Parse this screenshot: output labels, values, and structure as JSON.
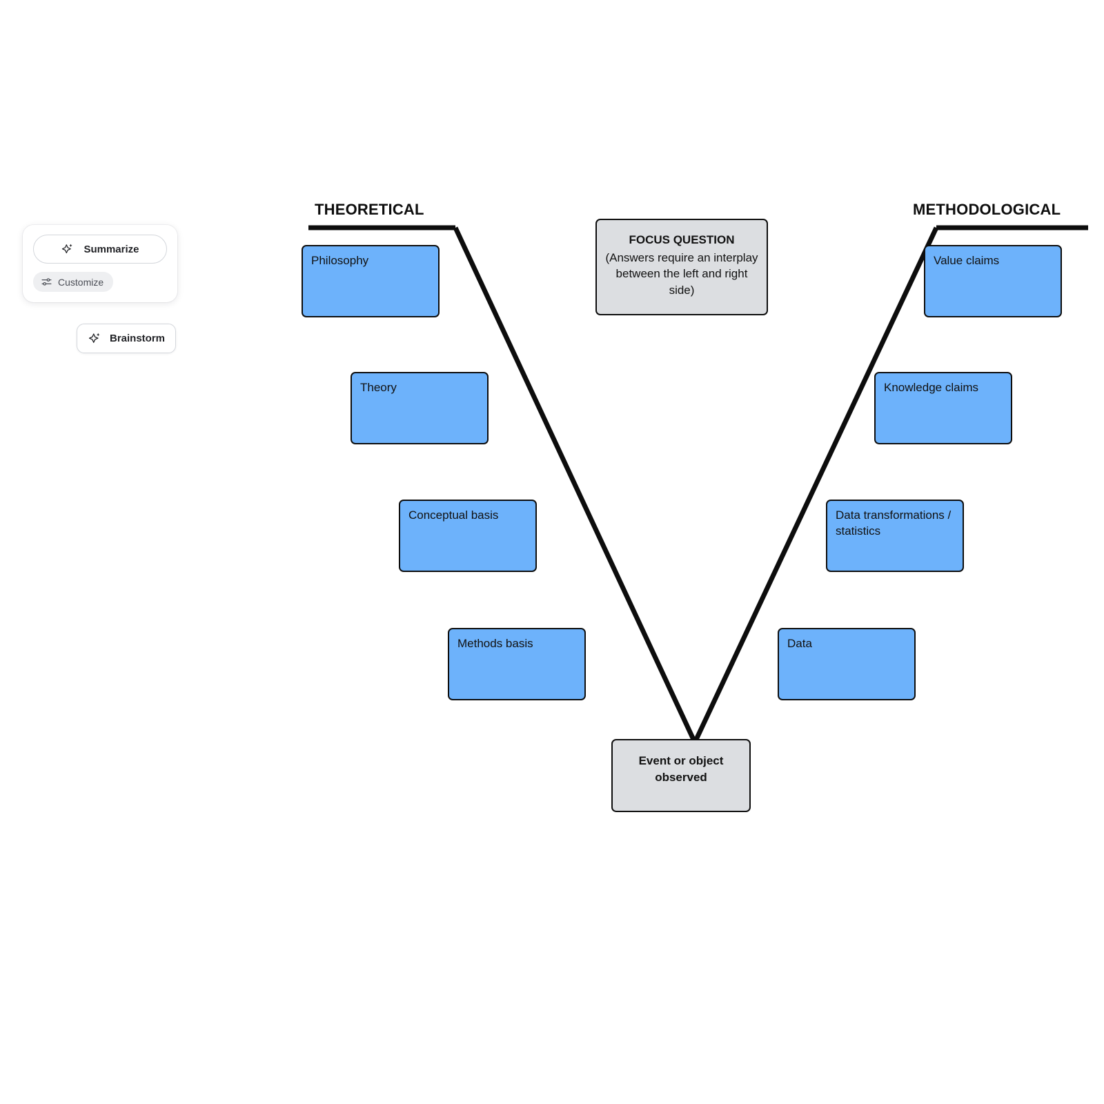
{
  "ai_toolbar": {
    "summarize_label": "Summarize",
    "customize_label": "Customize",
    "brainstorm_label": "Brainstorm",
    "summarize_icon": "sparkle-icon",
    "customize_icon": "sliders-icon",
    "brainstorm_icon": "sparkle-icon"
  },
  "diagram": {
    "type": "vee-diagram",
    "left_axis_label": "THEORETICAL",
    "right_axis_label": "METHODOLOGICAL",
    "colors": {
      "node_blue": "#6db2fb",
      "node_gray": "#dcdee1",
      "stroke": "#0d0d0d",
      "canvas": "#ffffff"
    },
    "focus_question": {
      "title": "FOCUS QUESTION",
      "body": "(Answers require an interplay\nbetween the left and right side)"
    },
    "center_bottom": {
      "label": "Event or object\nobserved"
    },
    "left_nodes": [
      {
        "label": "Philosophy"
      },
      {
        "label": "Theory"
      },
      {
        "label": "Conceptual basis"
      },
      {
        "label": "Methods basis"
      }
    ],
    "right_nodes": [
      {
        "label": "Value claims"
      },
      {
        "label": "Knowledge claims"
      },
      {
        "label": "Data transformations /\nstatistics"
      },
      {
        "label": "Data"
      }
    ]
  }
}
